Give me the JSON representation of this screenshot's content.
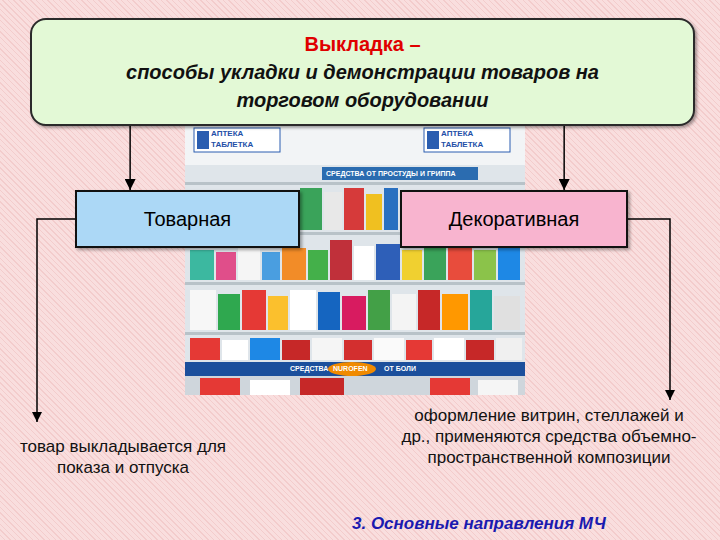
{
  "diagram": {
    "caption": "3. Основные направления МЧ",
    "nodes": [
      {
        "text": [
          "Выкладка –",
          "способы укладки и демонстрации товаров на торговом оборудовании"
        ]
      },
      {
        "text": [
          "Товарная"
        ]
      },
      {
        "text": [
          "Декоративная"
        ]
      }
    ],
    "edges": [
      {
        "from": 0,
        "to": 1,
        "arrow": "to"
      },
      {
        "from": 0,
        "to": 2,
        "arrow": "to"
      }
    ],
    "labels": [
      "товар выкладывается для показа и отпуска",
      "оформление витрин, стеллажей и др., применяются средства объемно-пространственной композиции",
      "АПТЕКА",
      "ТАБЛЕТКА",
      "АПТЕКА",
      "ТАБЛЕТКА",
      "СРЕДСТВА ОТ ПРОСТУДЫ И ГРИППА",
      "СРЕДСТВА",
      "NUROFEN",
      "ОТ БОЛИ"
    ]
  }
}
